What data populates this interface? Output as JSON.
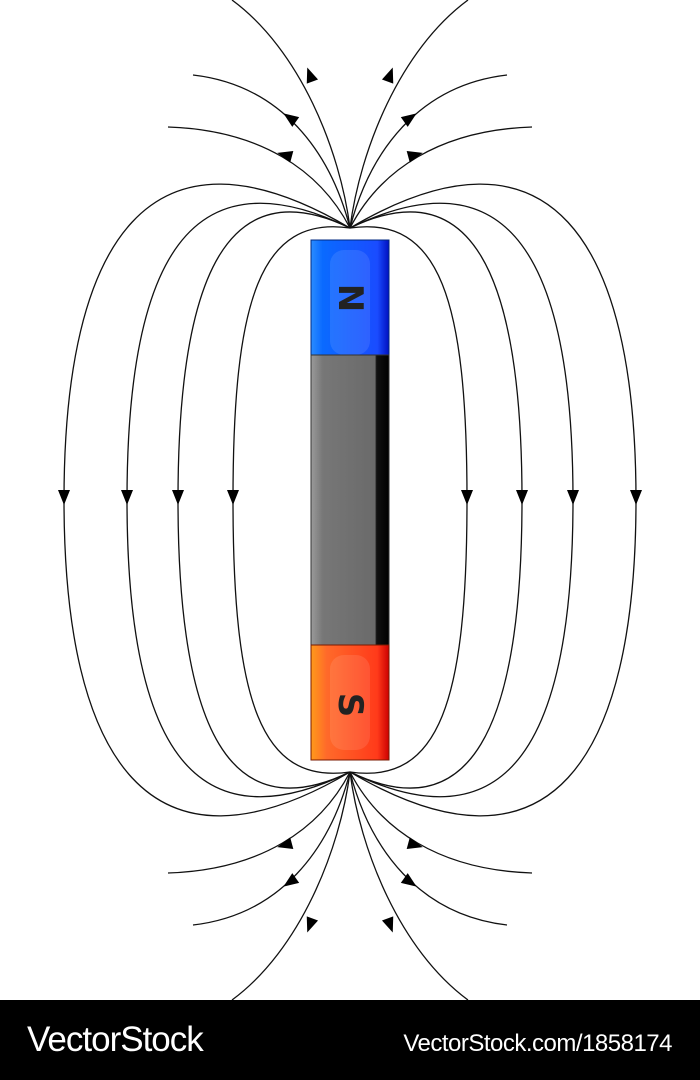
{
  "magnet": {
    "north_label": "N",
    "south_label": "S",
    "colors": {
      "north": "#1f5cff",
      "body": "#6e6e6e",
      "south": "#ff4a1a",
      "field_lines": "#111111"
    }
  },
  "footer": {
    "brand": "VectorStock",
    "reference": "VectorStock.com/1858174"
  }
}
